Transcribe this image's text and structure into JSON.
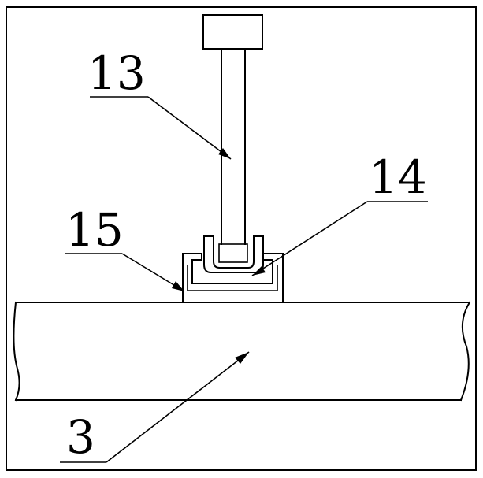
{
  "callouts": {
    "rod": "13",
    "holder": "14",
    "clamp": "15",
    "base": "3"
  }
}
